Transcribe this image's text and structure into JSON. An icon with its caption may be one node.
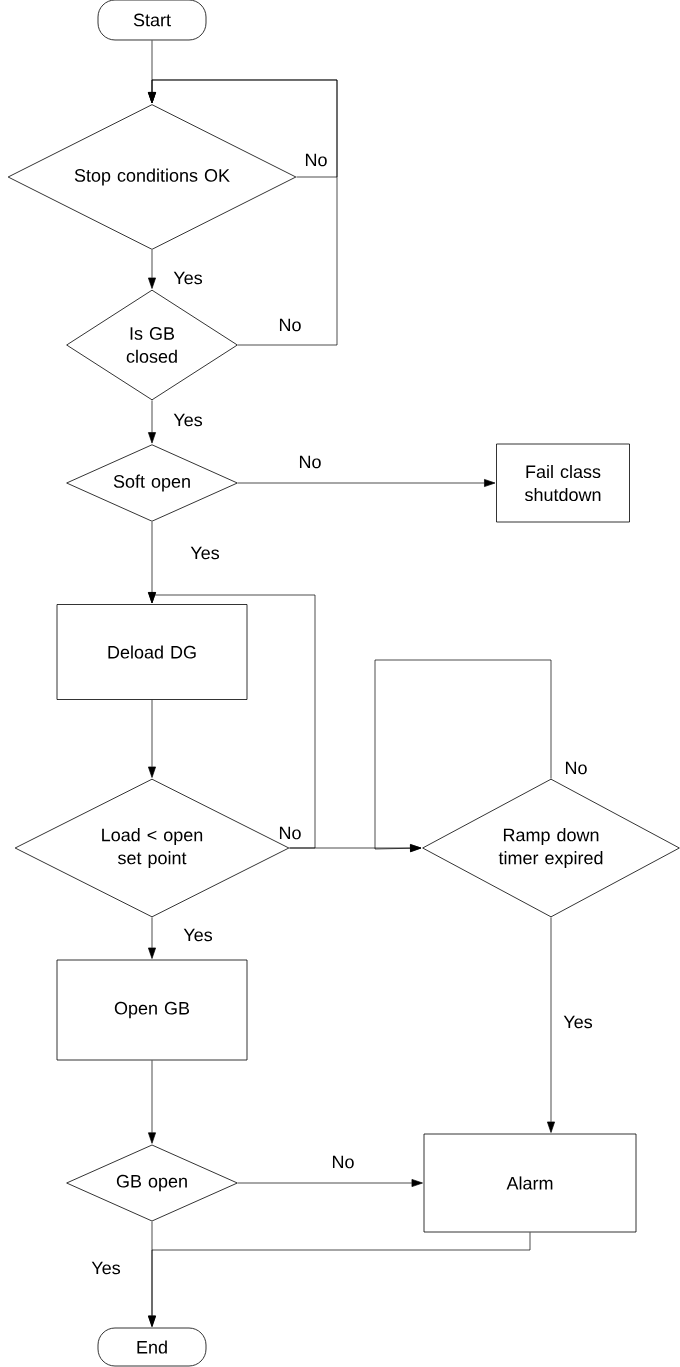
{
  "diagram": {
    "nodes": [
      {
        "text": [
          "Start"
        ]
      },
      {
        "text": [
          "Stop conditions OK"
        ]
      },
      {
        "text": [
          "Is GB closed"
        ]
      },
      {
        "text": [
          "Soft open"
        ]
      },
      {
        "text": [
          "Fail class shutdown"
        ]
      },
      {
        "text": [
          "Deload DG"
        ]
      },
      {
        "text": [
          "Load < open set point"
        ]
      },
      {
        "text": [
          "Ramp down timer expired"
        ]
      },
      {
        "text": [
          "Open GB"
        ]
      },
      {
        "text": [
          "GB open"
        ]
      },
      {
        "text": [
          "Alarm"
        ]
      },
      {
        "text": [
          "End"
        ]
      }
    ],
    "edges": [
      {
        "from": 0,
        "to": 1,
        "arrow": "to"
      },
      {
        "from": 1,
        "to": 1,
        "arrow": "to",
        "label": "No"
      },
      {
        "from": 2,
        "to": 1,
        "arrow": "to",
        "label": "No"
      },
      {
        "from": 1,
        "to": 2,
        "arrow": "to",
        "label": "Yes"
      },
      {
        "from": 2,
        "to": 3,
        "arrow": "to",
        "label": "Yes"
      },
      {
        "from": 3,
        "to": 4,
        "arrow": "to",
        "label": "No"
      },
      {
        "from": 3,
        "to": 5,
        "arrow": "to",
        "label": "Yes"
      },
      {
        "from": 5,
        "to": 6,
        "arrow": "to"
      },
      {
        "from": 6,
        "to": 7,
        "arrow": "to",
        "label": "No"
      },
      {
        "from": 6,
        "to": 5,
        "arrow": "to"
      },
      {
        "from": 7,
        "to": 7,
        "arrow": "to",
        "label": "No"
      },
      {
        "from": 6,
        "to": 8,
        "arrow": "to",
        "label": "Yes"
      },
      {
        "from": 7,
        "to": 10,
        "arrow": "to",
        "label": "Yes"
      },
      {
        "from": 8,
        "to": 9,
        "arrow": "to"
      },
      {
        "from": 9,
        "to": 10,
        "arrow": "to",
        "label": "No"
      },
      {
        "from": 9,
        "to": 11,
        "arrow": "to",
        "label": "Yes"
      },
      {
        "from": 10,
        "to": 11,
        "arrow": "to"
      }
    ]
  }
}
